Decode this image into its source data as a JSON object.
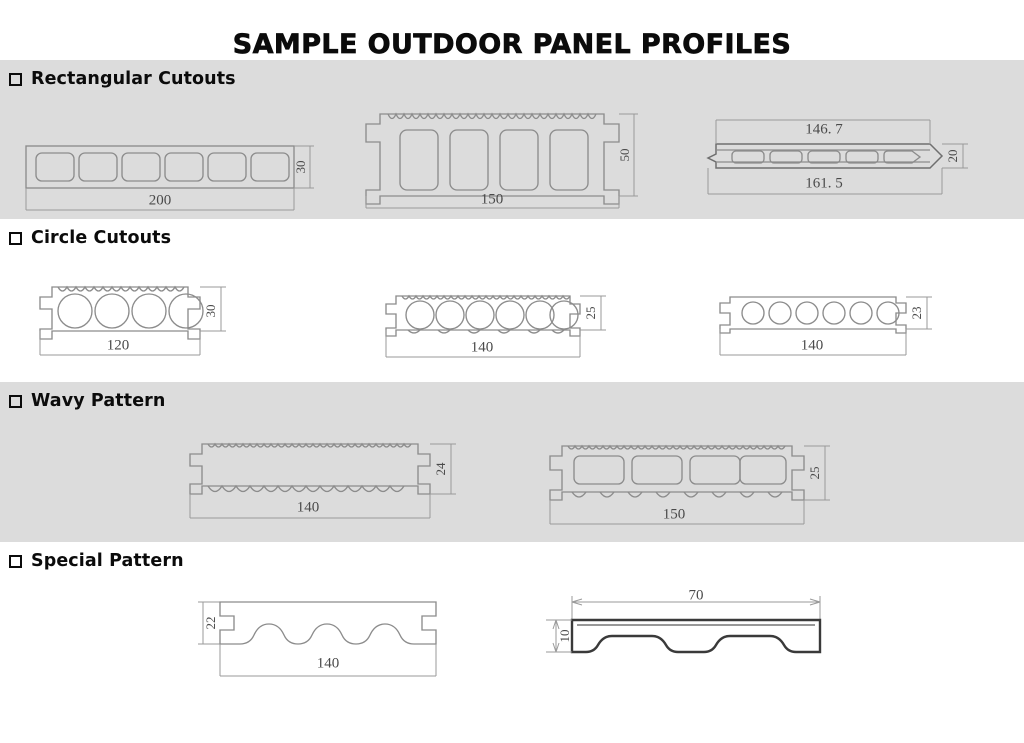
{
  "page": {
    "title": "SAMPLE OUTDOOR PANEL PROFILES",
    "bullet_icon": "checkbox-icon",
    "colors": {
      "band_shaded": "#dcdcdc",
      "band_plain": "#ffffff",
      "line": "#8c8c8c",
      "dimension_line": "#9a9a9a",
      "text": "#0b0b0b",
      "heavy_line": "#3a3a3a"
    }
  },
  "sections": [
    {
      "id": "rectangular-cutouts",
      "label": "Rectangular Cutouts",
      "shaded": true,
      "profiles": [
        {
          "id": "rect-200x30",
          "width_label": "200",
          "height_label": "30",
          "cutout_shape": "rounded-rectangle",
          "cutout_count": 6,
          "top_surface": "smooth"
        },
        {
          "id": "rect-150x50",
          "width_label": "150",
          "height_label": "50",
          "cutout_shape": "rounded-rectangle",
          "cutout_count": 4,
          "top_surface": "serrated"
        },
        {
          "id": "rect-161-5x20",
          "width_label_top": "146. 7",
          "width_label_bottom": "161. 5",
          "height_label": "20",
          "cutout_shape": "rounded-rectangle",
          "cutout_count": 5,
          "top_surface": "smooth"
        }
      ]
    },
    {
      "id": "circle-cutouts",
      "label": "Circle Cutouts",
      "shaded": false,
      "profiles": [
        {
          "id": "circle-120x30",
          "width_label": "120",
          "height_label": "30",
          "cutout_shape": "circle",
          "cutout_count": 4,
          "top_surface": "serrated"
        },
        {
          "id": "circle-140x25",
          "width_label": "140",
          "height_label": "25",
          "cutout_shape": "circle",
          "cutout_count": 6,
          "top_surface": "serrated"
        },
        {
          "id": "circle-140x23",
          "width_label": "140",
          "height_label": "23",
          "cutout_shape": "circle",
          "cutout_count": 6,
          "top_surface": "smooth"
        }
      ]
    },
    {
      "id": "wavy-pattern",
      "label": "Wavy Pattern",
      "shaded": true,
      "profiles": [
        {
          "id": "wavy-140x24",
          "width_label": "140",
          "height_label": "24",
          "cutout_shape": "none",
          "cutout_count": 0,
          "top_surface": "serrated",
          "bottom_surface": "scalloped"
        },
        {
          "id": "wavy-150x25",
          "width_label": "150",
          "height_label": "25",
          "cutout_shape": "rounded-rectangle",
          "cutout_count": 4,
          "top_surface": "serrated",
          "bottom_surface": "scalloped"
        }
      ]
    },
    {
      "id": "special-pattern",
      "label": "Special Pattern",
      "shaded": false,
      "profiles": [
        {
          "id": "special-140x22",
          "width_label": "140",
          "height_label": "22",
          "cutout_shape": "arched-groove",
          "cutout_count": 3,
          "top_surface": "smooth"
        },
        {
          "id": "special-70x10",
          "width_label": "70",
          "height_label": "10",
          "cutout_shape": "trapezoid-groove",
          "cutout_count": 2,
          "top_surface": "smooth"
        }
      ]
    }
  ]
}
